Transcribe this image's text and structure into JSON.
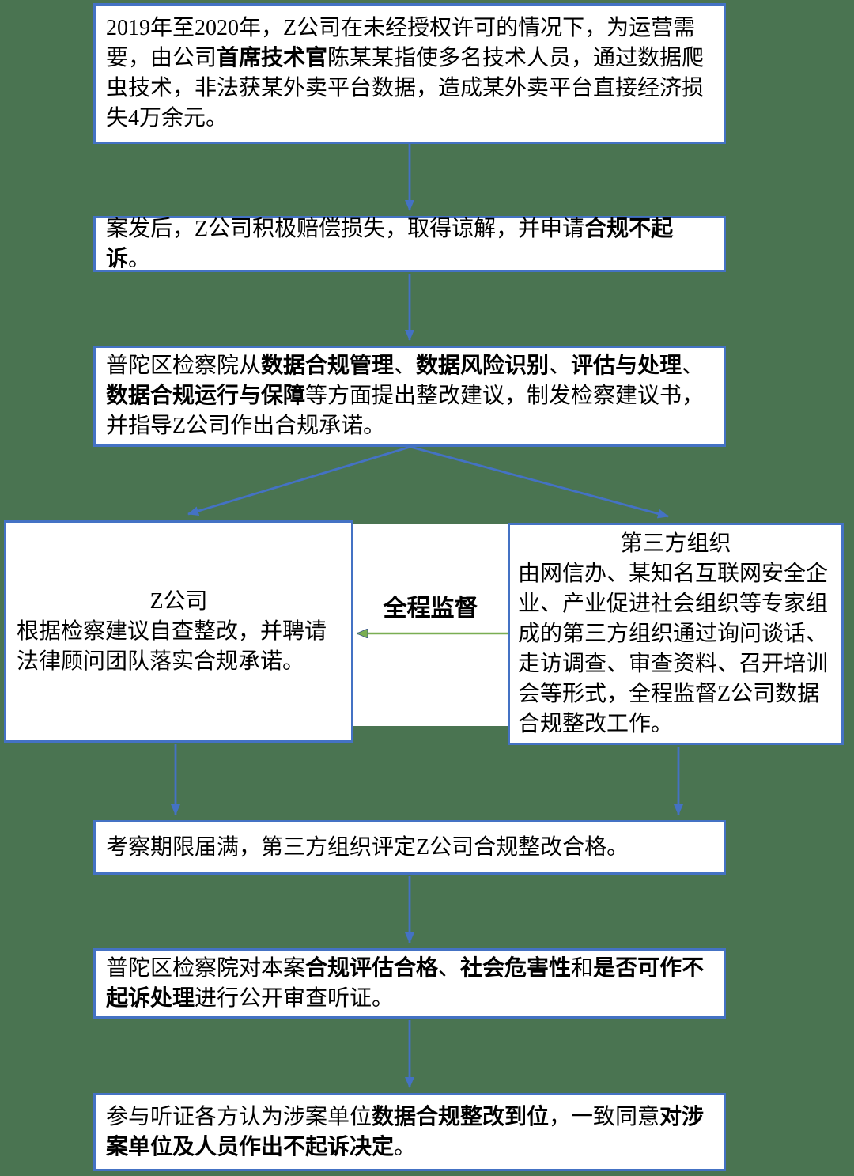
{
  "colors": {
    "page_background": "#4A7451",
    "node_background": "#FFFFFF",
    "node_border_blue": "#4472C4",
    "arrow_blue": "#4472C4",
    "arrow_green": "#7AAE52",
    "text": "#000000"
  },
  "flowchart": {
    "supervision_arrow_label": "全程监督",
    "nodes": {
      "case_origin": {
        "segments": [
          {
            "text": "2019年至2020年，Z公司在未经授权许可的情况下，为运营需要，由公司",
            "bold": false
          },
          {
            "text": "首席技术官",
            "bold": true
          },
          {
            "text": "陈某某指使多名技术人员，通过数据爬虫技术，非法获某外卖平台数据，造成某外卖平台直接经济损失4万余元。",
            "bold": false
          }
        ]
      },
      "compensation": {
        "segments": [
          {
            "text": "案发后，Z公司积极赔偿损失，取得谅解，并申请",
            "bold": false
          },
          {
            "text": "合规不起诉",
            "bold": true
          },
          {
            "text": "。",
            "bold": false
          }
        ]
      },
      "rectification": {
        "segments": [
          {
            "text": "普陀区检察院从",
            "bold": false
          },
          {
            "text": "数据合规管理",
            "bold": true
          },
          {
            "text": "、",
            "bold": false
          },
          {
            "text": "数据风险识别",
            "bold": true
          },
          {
            "text": "、",
            "bold": false
          },
          {
            "text": "评估与处理",
            "bold": true
          },
          {
            "text": "、",
            "bold": false
          },
          {
            "text": "数据合规运行与保障",
            "bold": true
          },
          {
            "text": "等方面提出整改建议，制发检察建议书，并指导Z公司作出合规承诺。",
            "bold": false
          }
        ]
      },
      "company_self_check": {
        "title": "Z公司",
        "segments": [
          {
            "text": "根据检察建议自查整改，并聘请法律顾问团队落实合规承诺。",
            "bold": false
          }
        ]
      },
      "third_party": {
        "title": "第三方组织",
        "segments": [
          {
            "text": "由网信办、某知名互联网安全企业、产业促进社会组织等专家组成的第三方组织通过询问谈话、走访调查、审查资料、召开培训会等形式，全程监督Z公司数据合规整改工作。",
            "bold": false
          }
        ]
      },
      "inspection_result": {
        "segments": [
          {
            "text": "考察期限届满，第三方组织评定Z公司合规整改合格。",
            "bold": false
          }
        ]
      },
      "public_hearing": {
        "segments": [
          {
            "text": "普陀区检察院对本案",
            "bold": false
          },
          {
            "text": "合规评估合格",
            "bold": true
          },
          {
            "text": "、",
            "bold": false
          },
          {
            "text": "社会危害性",
            "bold": true
          },
          {
            "text": "和",
            "bold": false
          },
          {
            "text": "是否可作不起诉处理",
            "bold": true
          },
          {
            "text": "进行公开审查听证。",
            "bold": false
          }
        ]
      },
      "final_decision": {
        "segments": [
          {
            "text": "参与听证各方认为涉案单位",
            "bold": false
          },
          {
            "text": "数据合规整改到位",
            "bold": true
          },
          {
            "text": "，一致同意",
            "bold": false
          },
          {
            "text": "对涉案单位及人员作出不起诉决定",
            "bold": true
          },
          {
            "text": "。",
            "bold": false
          }
        ]
      }
    }
  }
}
